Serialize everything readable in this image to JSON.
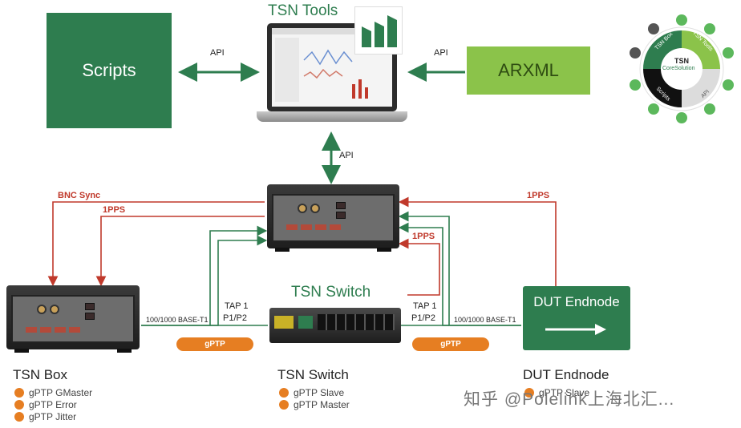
{
  "titles": {
    "tsn_tools": "TSN Tools",
    "tsn_switch_top": "TSN Switch"
  },
  "boxes": {
    "scripts": "Scripts",
    "arxml": "ARXML",
    "dut": "DUT Endnode"
  },
  "api": {
    "left": "API",
    "right": "API",
    "down": "API"
  },
  "sync": {
    "bnc": "BNC Sync",
    "pps_left": "1PPS",
    "pps_right": "1PPS",
    "pps_switch": "1PPS"
  },
  "links": {
    "left_speed": "100/1000 BASE-T1",
    "right_speed": "100/1000 BASE-T1",
    "tap_left_1": "TAP 1",
    "tap_left_2": "P1/P2",
    "tap_right_1": "TAP 1",
    "tap_right_2": "P1/P2",
    "gptp_left": "gPTP",
    "gptp_right": "gPTP"
  },
  "captions": {
    "tsn_box": {
      "title": "TSN Box",
      "items": [
        "gPTP GMaster",
        "gPTP Error",
        "gPTP Jitter"
      ]
    },
    "tsn_switch": {
      "title": "TSN Switch",
      "items": [
        "gPTP Slave",
        "gPTP Master"
      ]
    },
    "dut": {
      "title": "DUT Endnode",
      "items": [
        "gPTP Slave"
      ]
    }
  },
  "ring_logo": {
    "center_1": "TSN",
    "center_2": "CoreSolution",
    "seg_1": "TSN Box",
    "seg_2": "TSN Tools",
    "seg_3": "Scripts",
    "seg_4": "API"
  },
  "watermark": "知乎 @Polelink上海北汇...",
  "colors": {
    "green": "#2e7d4f",
    "light_green": "#8bc34a",
    "red": "#c0392b",
    "orange": "#e67e22"
  }
}
